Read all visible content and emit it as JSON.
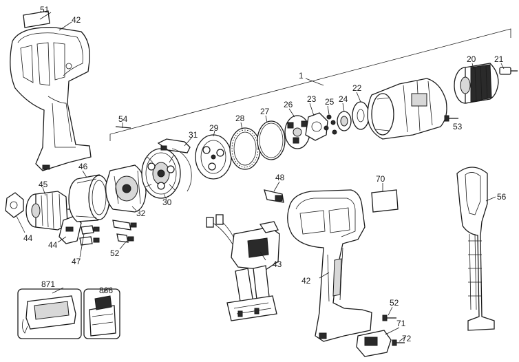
{
  "callouts": {
    "c1": "1",
    "c20": "20",
    "c21": "21",
    "c22": "22",
    "c23": "23",
    "c24": "24",
    "c25": "25",
    "c26": "26",
    "c27": "27",
    "c28": "28",
    "c29": "29",
    "c30": "30",
    "c31": "31",
    "c32": "32",
    "c42a": "42",
    "c42b": "42",
    "c43": "43",
    "c44a": "44",
    "c44b": "44",
    "c45": "45",
    "c46": "46",
    "c47": "47",
    "c48": "48",
    "c51": "51",
    "c52a": "52",
    "c52b": "52",
    "c53": "53",
    "c54": "54",
    "c56": "56",
    "c70": "70",
    "c71": "71",
    "c72": "72",
    "c866": "866",
    "c871": "871"
  },
  "colors": {
    "line": "#1a1a1a",
    "background": "#ffffff",
    "fill_dark": "#2a2a2a",
    "fill_grey": "#d8d8d8"
  }
}
